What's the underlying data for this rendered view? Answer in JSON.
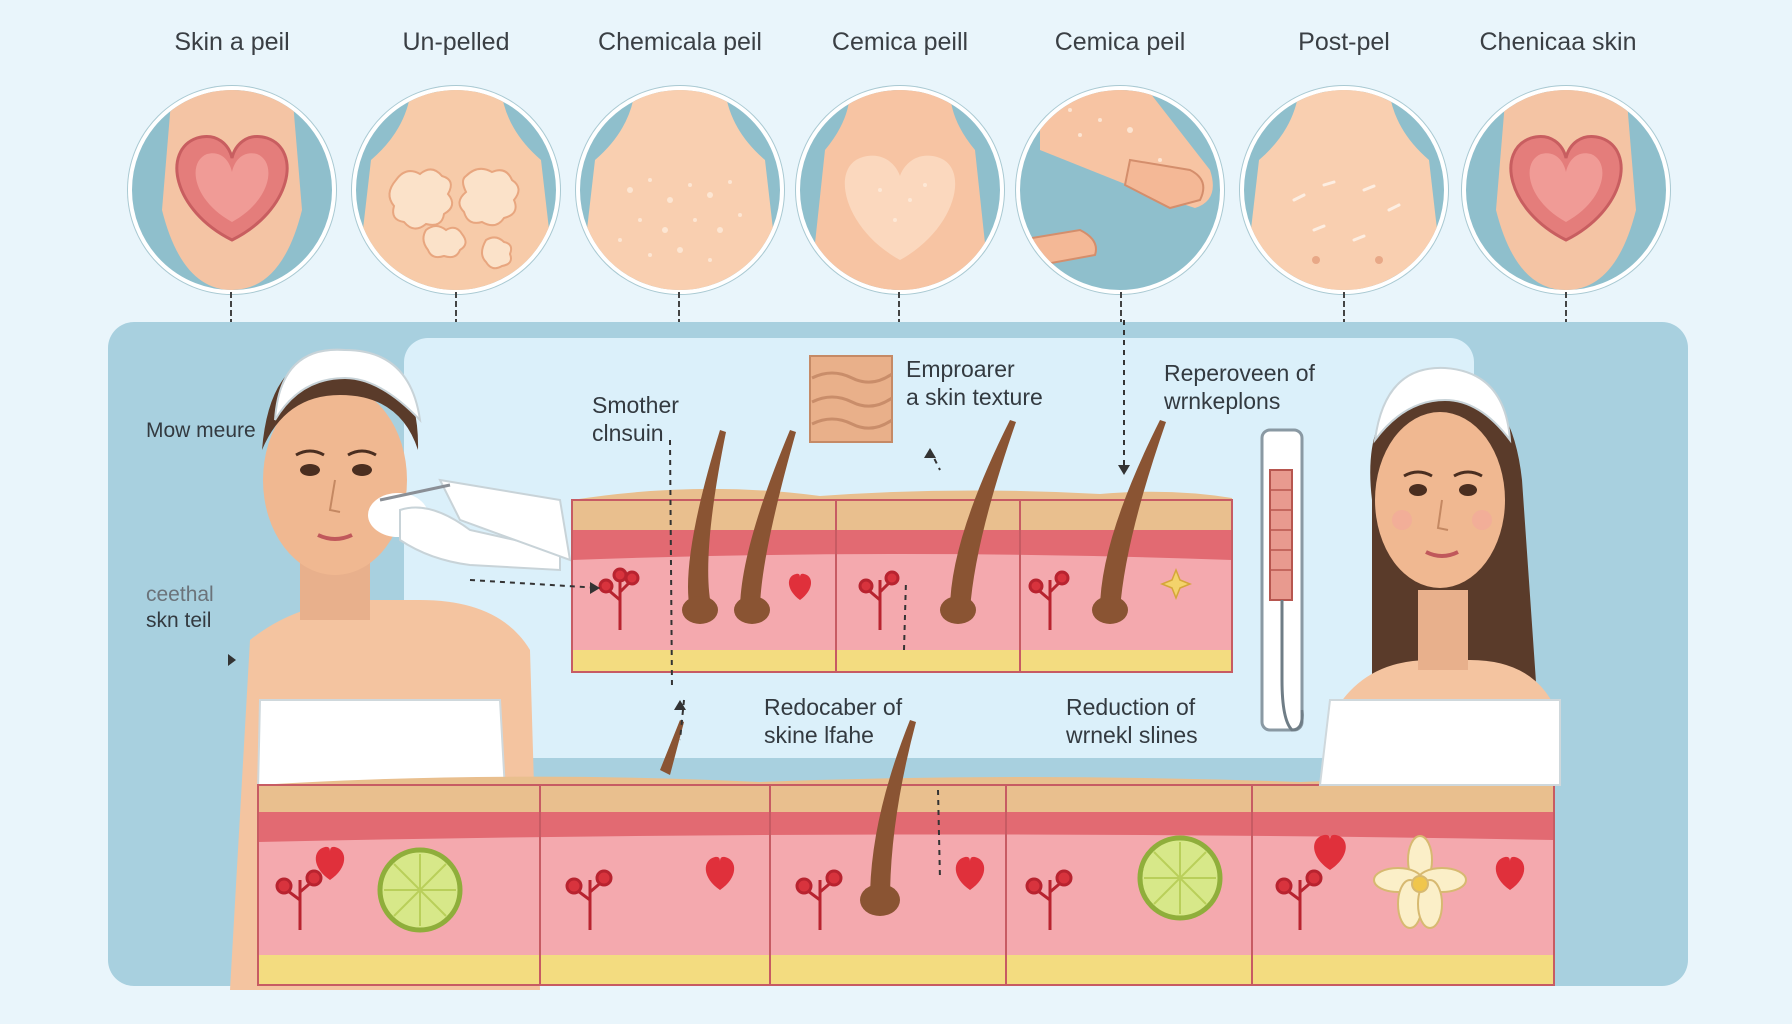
{
  "circles": [
    {
      "label": "Skin a peil",
      "icon": "heart-skin-icon"
    },
    {
      "label": "Un-pelled",
      "icon": "rough-torso-icon"
    },
    {
      "label": "Chemicala peil",
      "icon": "textured-torso-icon"
    },
    {
      "label": "Cemica peill",
      "icon": "smooth-heart-torso-icon"
    },
    {
      "label": "Cemica peil",
      "icon": "hands-icon"
    },
    {
      "label": "Post-pel",
      "icon": "post-peel-torso-icon"
    },
    {
      "label": "Chenicaa skin",
      "icon": "heart-skin-icon"
    }
  ],
  "annotations": {
    "left_top": "Mow meure",
    "left_bottom_1": "ceethal",
    "left_bottom_2": "skn teil",
    "smoother_1": "Smother",
    "smoother_2": "clnsuin",
    "texture_1": "Emproarer",
    "texture_2": "a skin texture",
    "wrinkle_top_1": "Reperoveen of",
    "wrinkle_top_2": "wrnkeplons",
    "redoc_1": "Redocaber of",
    "redoc_2": "skine lfahe",
    "reduction_1": "Reduction  of",
    "reduction_2": "wrnekl slines"
  },
  "colors": {
    "background": "#e9f5fb",
    "panel": "#a8d0df",
    "panel_inner": "#dbf0fa",
    "circle_bg": "#8fbfcc",
    "skin": "#f7c9a8",
    "dermis": "#f4a9ae",
    "epidermis": "#e9bf8e",
    "fat": "#f3dc80",
    "hair": "#8a5433",
    "heart": "#e0303b"
  }
}
